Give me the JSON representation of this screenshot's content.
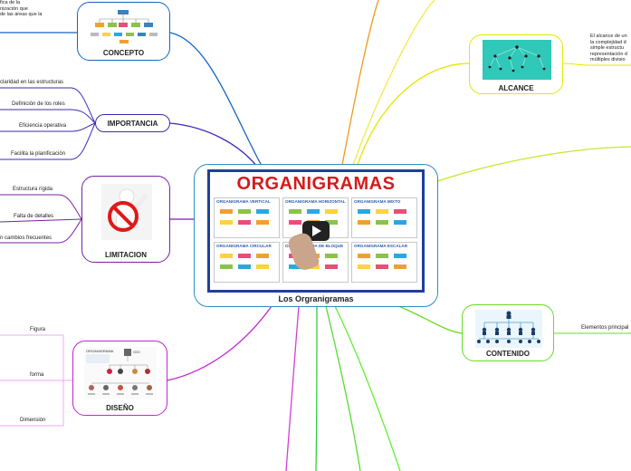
{
  "central": {
    "caption": "Los Orgranigramas",
    "banner": "ORGANIGRAMAS",
    "panels": [
      "ORGANIGRAMA VERTICAL",
      "ORGANIGRAMA HORIZONTAL",
      "ORGANIGRAMA MIXTO",
      "ORGANIGRAMA CIRCULAR",
      "ORGANIGRAMA DE BLOQUE",
      "ORGANIGRAMA ESCALAR"
    ]
  },
  "nodes": {
    "concepto": "CONCEPTO",
    "importancia": "IMPORTANCIA",
    "limitacion": "LIMITACION",
    "diseno": "DISEÑO",
    "alcance": "ALCANCE",
    "contenido": "CONTENIDO"
  },
  "concepto_text": [
    "fica de la",
    "nización que",
    "de las áreas que la"
  ],
  "importancia_items": [
    "claridad en las estructuras",
    "Definición de los roles",
    "Eficiencia operativa",
    "Facilita la planificación"
  ],
  "limitacion_items": [
    "Estructura rígida",
    "Falta de detalles",
    "n cambios frecuentes"
  ],
  "diseno_items": [
    "Figura",
    "forma",
    "Dimensión"
  ],
  "alcance_text": [
    "El alcance de un",
    "la complejidad d",
    "simple estructu",
    "representación d",
    "múltiples divisio"
  ],
  "contenido_items": [
    "Elementos principal"
  ],
  "colors": {
    "concepto": "#1565c0",
    "importancia": "#3d2ab8",
    "limitacion": "#7b1fa2",
    "diseno": "#c026d3",
    "alcance": "#e6e600",
    "contenido": "#66dd22",
    "central": "#2a8fbf"
  }
}
